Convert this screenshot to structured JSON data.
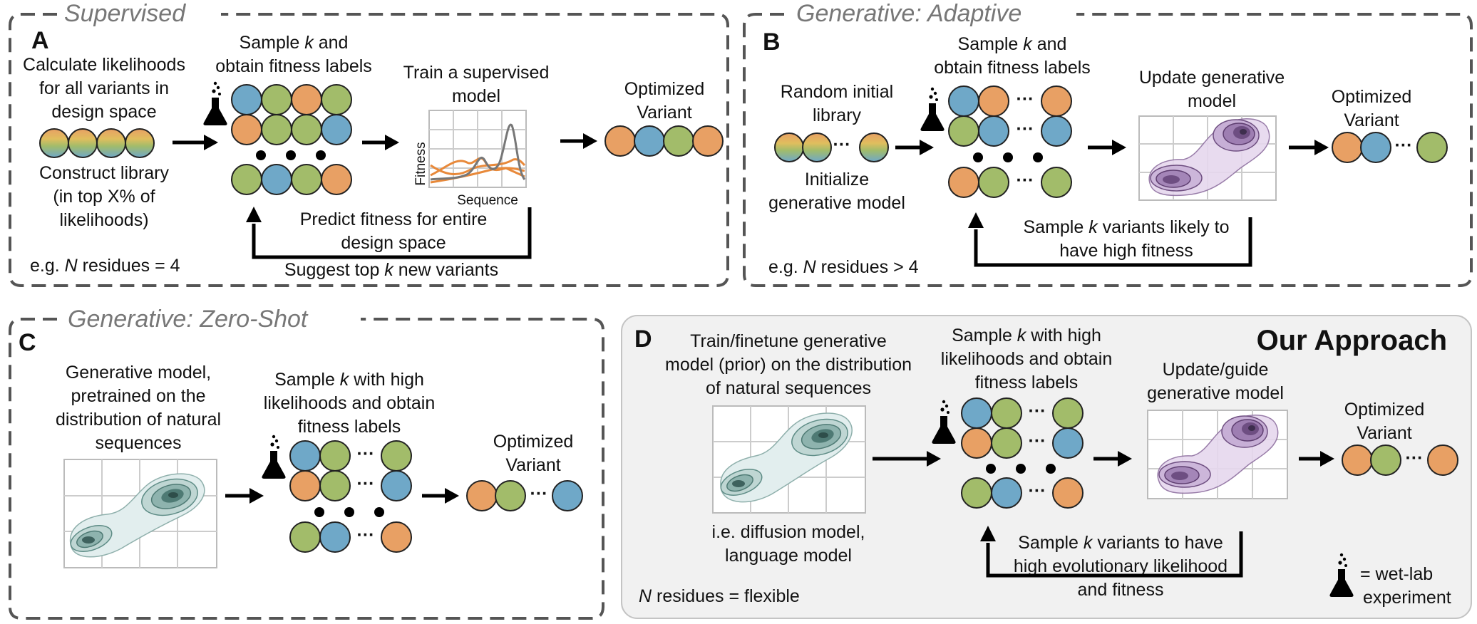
{
  "colors": {
    "orange": "#E8A064",
    "blue": "#6FA8C8",
    "green": "#A2BC6A",
    "dash": "#555555",
    "title": "#777777",
    "panel_d_bg": "#F1F1F1",
    "kde_teal": "#5E8C86",
    "kde_purple": "#7E5E8E"
  },
  "icons": {
    "flask": "flask-icon",
    "plot": "grid-plot-icon",
    "density": "density-plot-icon"
  },
  "panel_a": {
    "section_title": "Supervised",
    "letter": "A",
    "calc_lines": [
      "Calculate likelihoods",
      "for all variants in",
      "design space"
    ],
    "construct_lines": [
      "Construct library",
      "(in top X% of",
      "likelihoods)"
    ],
    "sample_prefix": "Sample ",
    "sample_k": "k",
    "sample_suffix": " and",
    "sample_line2": "obtain fitness labels",
    "train_lines": [
      "Train a supervised",
      "model"
    ],
    "plot_ylabel": "Fitness",
    "plot_xlabel": "Sequence",
    "optimized_lines": [
      "Optimized",
      "Variant"
    ],
    "predict_lines": [
      "Predict fitness for entire",
      "design space"
    ],
    "suggest_prefix": "Suggest top ",
    "suggest_k": "k",
    "suggest_suffix": " new variants",
    "example_prefix": "e.g. ",
    "example_n": "N",
    "example_suffix": " residues = 4"
  },
  "panel_b": {
    "section_title": "Generative: Adaptive",
    "letter": "B",
    "random_lines": [
      "Random initial",
      "library"
    ],
    "init_lines": [
      "Initialize",
      "generative model"
    ],
    "sample_prefix": "Sample ",
    "sample_k": "k",
    "sample_suffix": " and",
    "sample_line2": "obtain fitness labels",
    "update_lines": [
      "Update generative",
      "model"
    ],
    "optimized_lines": [
      "Optimized",
      "Variant"
    ],
    "feedback_prefix": "Sample ",
    "feedback_k": "k",
    "feedback_suffix": " variants likely to",
    "feedback_line2": "have high fitness",
    "example_prefix": "e.g. ",
    "example_n": "N",
    "example_suffix": " residues > 4"
  },
  "panel_c": {
    "section_title": "Generative: Zero-Shot",
    "letter": "C",
    "gen_lines": [
      "Generative model,",
      "pretrained on the",
      "distribution of natural",
      "sequences"
    ],
    "sample_prefix": "Sample ",
    "sample_k": "k",
    "sample_suffix": " with high",
    "sample_line2": "likelihoods and obtain",
    "sample_line3": "fitness labels",
    "optimized_lines": [
      "Optimized",
      "Variant"
    ]
  },
  "panel_d": {
    "letter": "D",
    "heading": "Our Approach",
    "train_lines": [
      "Train/finetune generative",
      "model (prior) on the distribution",
      "of natural sequences"
    ],
    "ie_lines": [
      "i.e. diffusion model,",
      "language model"
    ],
    "sample_prefix": "Sample ",
    "sample_k": "k",
    "sample_suffix": " with high",
    "sample_line2": "likelihoods and obtain",
    "sample_line3": "fitness labels",
    "update_lines": [
      "Update/guide",
      "generative model"
    ],
    "optimized_lines": [
      "Optimized",
      "Variant"
    ],
    "feedback_prefix": "Sample ",
    "feedback_k": "k",
    "feedback_suffix": " variants to have",
    "feedback_line2": "high evolutionary likelihood",
    "feedback_line3": "and fitness",
    "n_label": "N",
    "n_suffix": " residues = flexible",
    "legend_lines": [
      "= wet-lab",
      "experiment"
    ]
  }
}
